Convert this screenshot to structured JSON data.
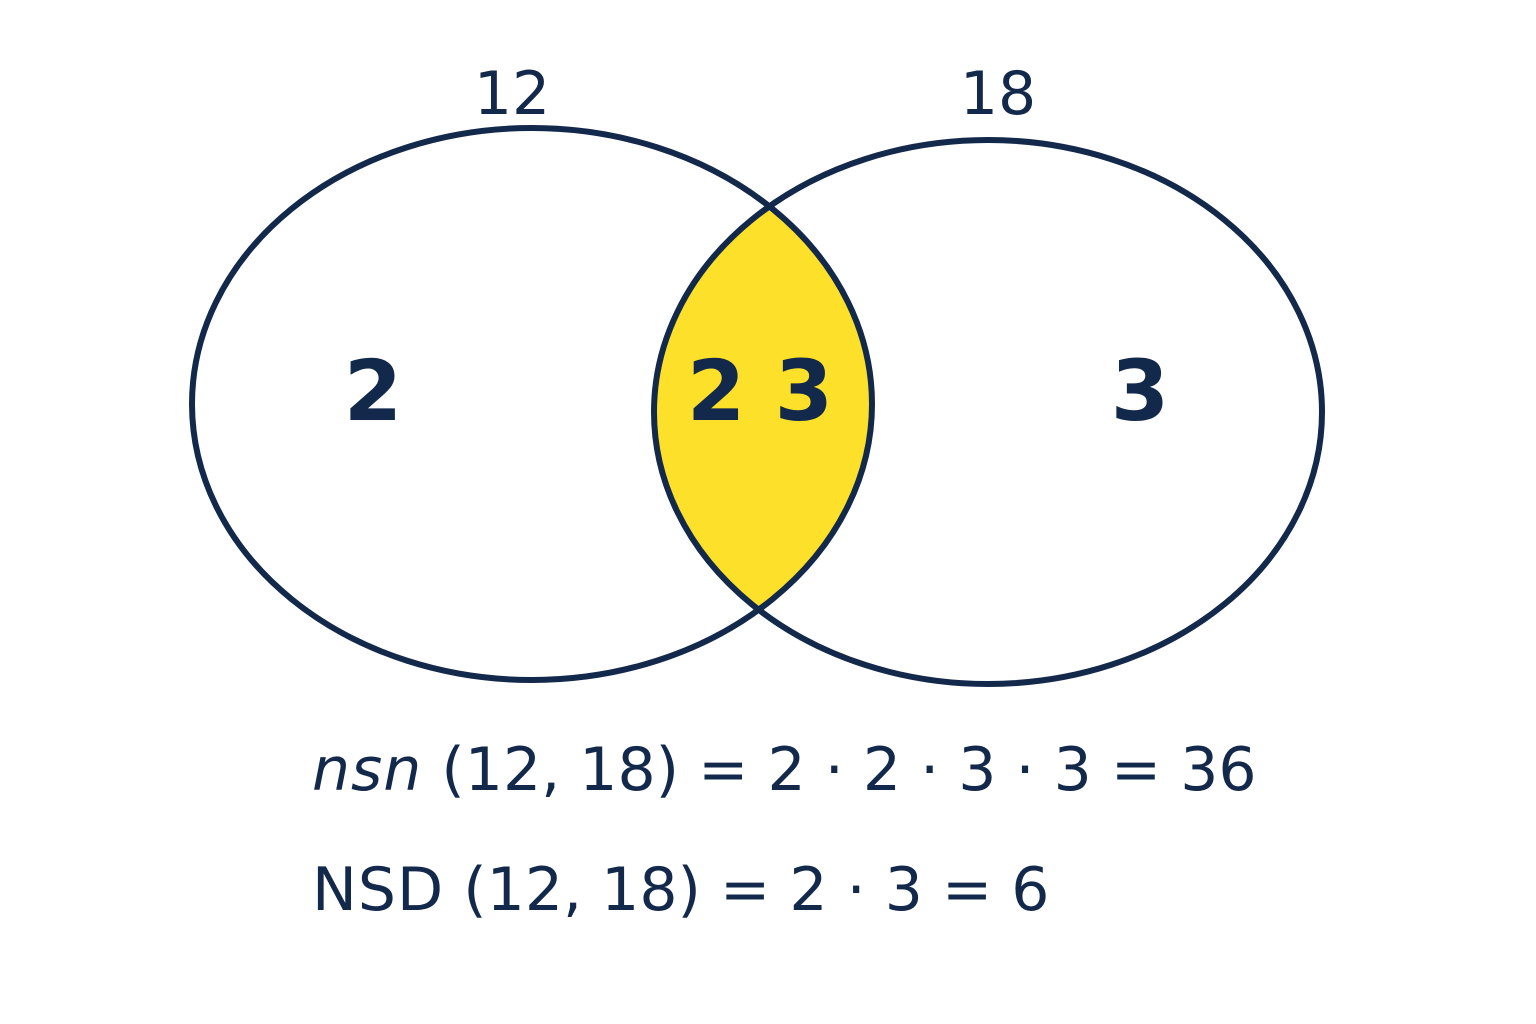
{
  "sets": {
    "left": {
      "label": "12",
      "only": "2"
    },
    "right": {
      "label": "18",
      "only": "3"
    },
    "intersection": {
      "text": "2 3"
    }
  },
  "colors": {
    "ink": "#13294b",
    "intersection_fill": "#fde02a",
    "background": "#ffffff"
  },
  "formulas": {
    "lcm": {
      "name": "nsn",
      "expr": " (12, 18) = 2 · 2 · 3 · 3 = 36"
    },
    "gcd": {
      "name": "NSD",
      "expr": " (12, 18) = 2 · 3 = 6"
    }
  }
}
